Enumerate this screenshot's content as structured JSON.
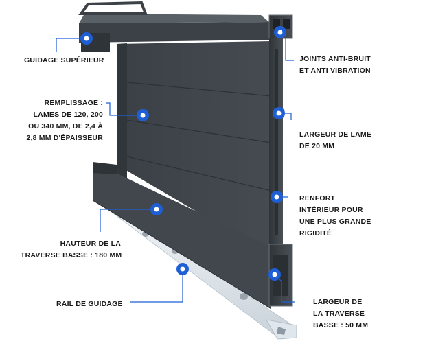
{
  "diagram": {
    "accent_color": "#1f5fd6",
    "panel_color": "#3c4247",
    "rail_color": "#e8edf1",
    "callouts": [
      {
        "id": "guidage-superieur",
        "lines": [
          "GUIDAGE SUPÉRIEUR"
        ]
      },
      {
        "id": "remplissage",
        "lines": [
          "REMPLISSAGE :",
          "LAMES DE 120, 200",
          "OU 340 MM, DE 2,4 À",
          "2,8 MM D'ÉPAISSEUR"
        ]
      },
      {
        "id": "hauteur-traverse",
        "lines": [
          "HAUTEUR DE LA",
          "TRAVERSE BASSE : 180 MM"
        ]
      },
      {
        "id": "rail-guidage",
        "lines": [
          "RAIL DE GUIDAGE"
        ]
      },
      {
        "id": "joints",
        "lines": [
          "JOINTS ANTI-BRUIT",
          "ET ANTI VIBRATION"
        ]
      },
      {
        "id": "largeur-lame",
        "lines": [
          "LARGEUR DE LAME",
          "DE 20 MM"
        ]
      },
      {
        "id": "renfort",
        "lines": [
          "RENFORT",
          "INTÉRIEUR POUR",
          "UNE PLUS GRANDE",
          "RIGIDITÉ"
        ]
      },
      {
        "id": "largeur-traverse",
        "lines": [
          "LARGEUR DE",
          "LA TRAVERSE",
          "BASSE : 50 MM"
        ]
      }
    ]
  }
}
